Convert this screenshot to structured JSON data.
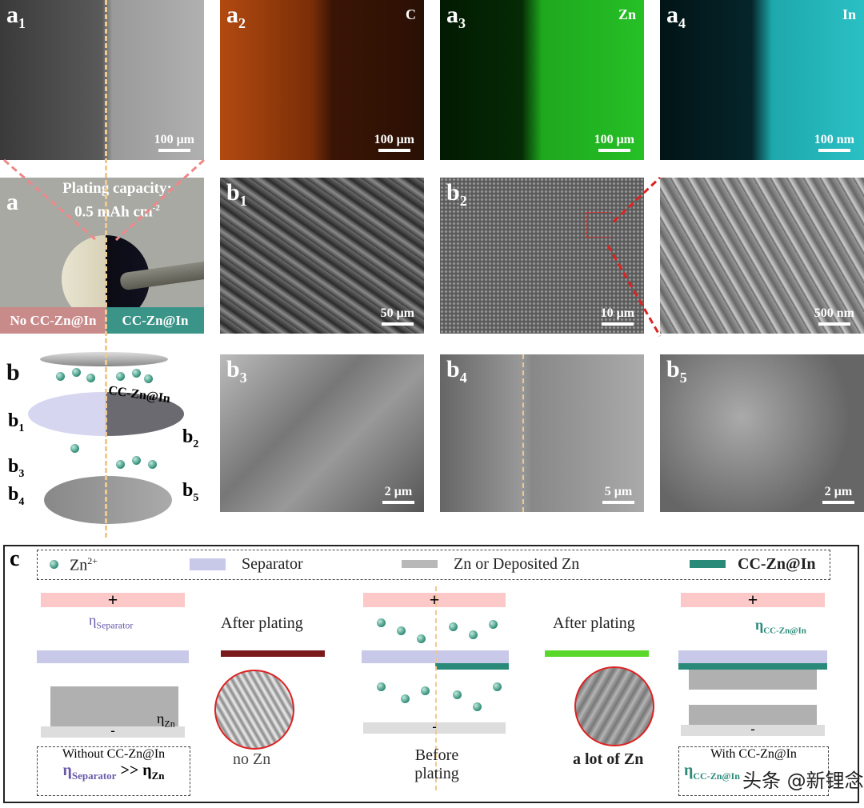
{
  "panels": {
    "a1": {
      "label": "a",
      "sub": "1",
      "scale": "100 μm"
    },
    "a2": {
      "label": "a",
      "sub": "2",
      "element": "C",
      "scale": "100 μm",
      "color": "#d2601a"
    },
    "a3": {
      "label": "a",
      "sub": "3",
      "element": "Zn",
      "scale": "100 μm",
      "color": "#2ec82e"
    },
    "a4": {
      "label": "a",
      "sub": "4",
      "element": "In",
      "scale": "100 nm",
      "color": "#30c8cc"
    },
    "a": {
      "label": "a",
      "title_line1": "Plating capacity:",
      "title_line2": "0.5 mAh cm",
      "title_sup": "-2",
      "left_tag": "No CC-Zn@In",
      "right_tag": "CC-Zn@In",
      "left_color": "#c98a8a",
      "right_color": "#3a9488"
    },
    "b1": {
      "label": "b",
      "sub": "1",
      "scale": "50 μm"
    },
    "b2": {
      "label": "b",
      "sub": "2",
      "scale": "10 μm"
    },
    "b2zoom": {
      "scale": "500 nm"
    },
    "b3": {
      "label": "b",
      "sub": "3",
      "scale": "2 μm"
    },
    "b4": {
      "label": "b",
      "sub": "4",
      "scale": "5 μm"
    },
    "b5": {
      "label": "b",
      "sub": "5",
      "scale": "2 μm"
    },
    "b": {
      "label": "b",
      "layer": "CC-Zn@In",
      "callouts": [
        {
          "l": "b",
          "s": "1"
        },
        {
          "l": "b",
          "s": "2"
        },
        {
          "l": "b",
          "s": "3"
        },
        {
          "l": "b",
          "s": "4"
        },
        {
          "l": "b",
          "s": "5"
        }
      ]
    }
  },
  "c": {
    "label": "c",
    "legend": [
      {
        "text": "Zn",
        "sup": "2+"
      },
      {
        "text": "Separator",
        "color": "#c8c8e8"
      },
      {
        "text": "Zn or Deposited Zn",
        "color": "#b8b8b8"
      },
      {
        "text": "CC-Zn@In",
        "color": "#2a8a7a"
      }
    ],
    "plus": "+",
    "minus": "-",
    "left": {
      "eta_top": "η",
      "eta_top_sub": "Separator",
      "eta_bottom": "η",
      "eta_bottom_sub": "Zn",
      "box_line1": "Without CC-Zn@In",
      "box_eta1": "η",
      "box_eta1_sub": "Separator",
      "box_op": ">>",
      "box_eta2": "η",
      "box_eta2_sub": "Zn",
      "caption": "no Zn",
      "arrow_label": "After plating",
      "arrow_color": "#7a1a1a"
    },
    "center": {
      "caption_line1": "Before",
      "caption_line2": "plating"
    },
    "right": {
      "eta_top": "η",
      "eta_top_sub": "CC-Zn@In",
      "box_line1": "With CC-Zn@In",
      "box_eta1": "η",
      "box_eta1_sub": "CC-Zn@In",
      "caption": "a lot of Zn",
      "arrow_label": "After plating",
      "arrow_color": "#5ad82a"
    }
  },
  "watermark": "头条 @新锂念"
}
